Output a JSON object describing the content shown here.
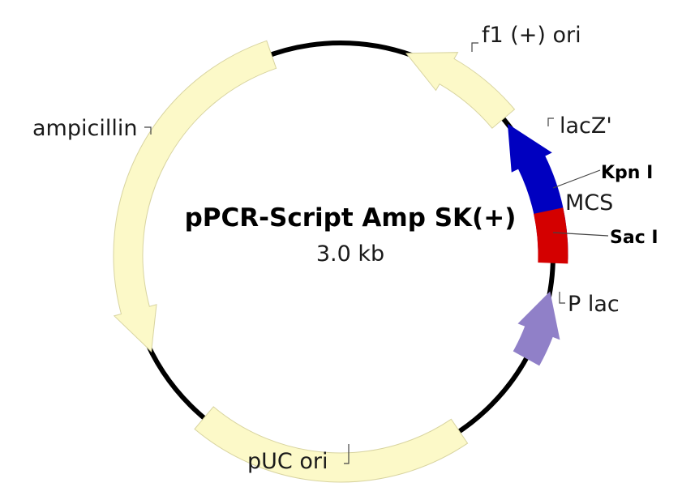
{
  "plasmid": {
    "name": "pPCR-Script Amp SK(+)",
    "size_label": "3.0 kb"
  },
  "features": {
    "f1_ori": {
      "label": "f1 (+) ori",
      "color": "#fcf9c8"
    },
    "ampicillin": {
      "label": "ampicillin",
      "color": "#fcf9c8"
    },
    "puc_ori": {
      "label": "pUC ori",
      "color": "#fcf9c8"
    },
    "lacz": {
      "label": "lacZ'",
      "color": "#0000c0"
    },
    "mcs": {
      "label": "MCS",
      "color": "#d40000"
    },
    "p_lac": {
      "label": "P lac",
      "color": "#9080c8"
    }
  },
  "sites": {
    "kpn": {
      "label": "Kpn I"
    },
    "sac": {
      "label": "Sac I"
    }
  },
  "colors": {
    "backbone": "#000000",
    "outline": "#d8d4a0"
  }
}
